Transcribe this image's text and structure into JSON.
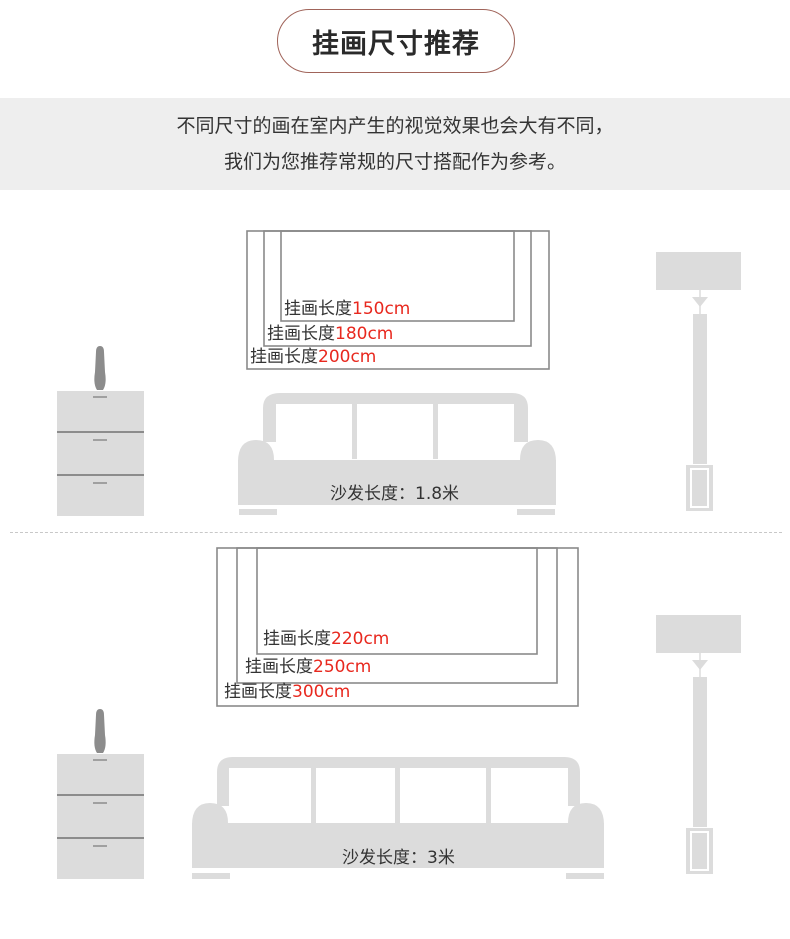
{
  "header": {
    "title": "挂画尺寸推荐"
  },
  "intro": {
    "line1": "不同尺寸的画在室内产生的视觉效果也会大有不同，",
    "line2": "我们为您推荐常规的尺寸搭配作为参考。"
  },
  "scene1": {
    "frames": [
      {
        "prefix": "挂画长度",
        "value": "150cm"
      },
      {
        "prefix": "挂画长度",
        "value": "180cm"
      },
      {
        "prefix": "挂画长度",
        "value": "200cm"
      }
    ],
    "sofa_label": "沙发长度：1.8米"
  },
  "scene2": {
    "frames": [
      {
        "prefix": "挂画长度",
        "value": "220cm"
      },
      {
        "prefix": "挂画长度",
        "value": "250cm"
      },
      {
        "prefix": "挂画长度",
        "value": "300cm"
      }
    ],
    "sofa_label": "沙发长度：3米"
  }
}
